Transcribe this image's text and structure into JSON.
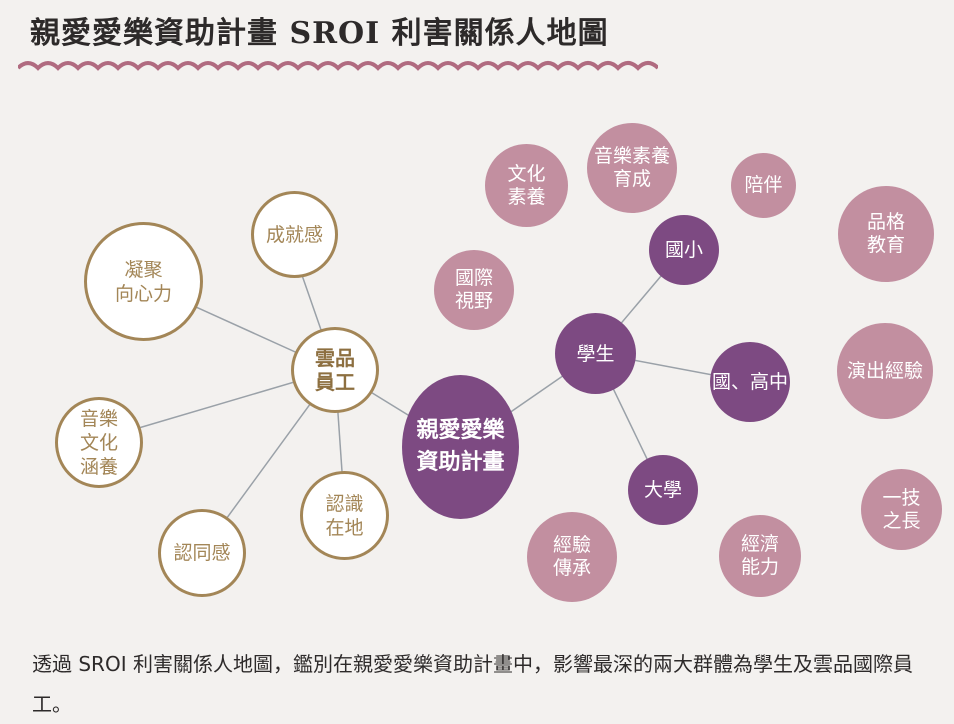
{
  "title": "親愛愛樂資助計畫 SROI 利害關係人地圖",
  "center_node": "親愛愛樂\n資助計畫",
  "group_employee": {
    "label": "雲品\n員工",
    "items": [
      "成就感",
      "凝聚\n向心力",
      "音樂\n文化\n涵養",
      "認同感",
      "認識\n在地"
    ]
  },
  "group_student": {
    "label": "學生",
    "items": [
      "國小",
      "國、高中",
      "大學"
    ]
  },
  "outcomes": [
    "文化\n素養",
    "音樂素養\n育成",
    "陪伴",
    "品格\n教育",
    "國際\n視野",
    "演出經驗",
    "一技\n之長",
    "經濟\n能力",
    "經驗\n傳承"
  ],
  "caption": "透過 SROI 利害關係人地圖，鑑別在親愛愛樂資助計畫中，影響最深的兩大群體為學生及雲品國際員工。",
  "colors": {
    "outline_gold": "#a38657",
    "pink": "#c28fa0",
    "purple": "#7d4a82",
    "wave": "#b06b80"
  }
}
